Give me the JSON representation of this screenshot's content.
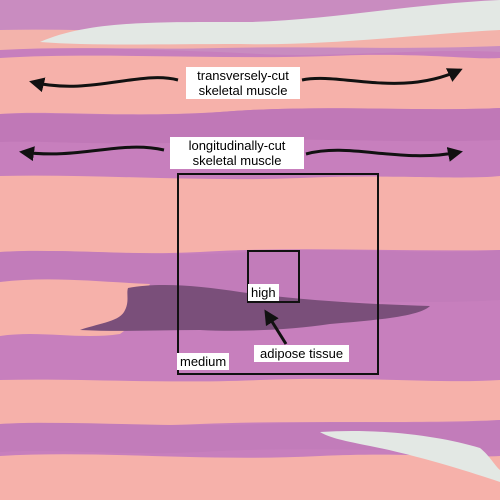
{
  "image": {
    "type": "histology micrograph",
    "colors": {
      "muscle_purple": "#c77fbd",
      "muscle_pink": "#f6b1aa",
      "adipose_dark": "#7a4f7a",
      "gap_white": "#e6ece9"
    }
  },
  "labels": {
    "transverse_line1": "transversely-cut",
    "transverse_line2": "skeletal muscle",
    "longitudinal_line1": "longitudinally-cut",
    "longitudinal_line2": "skeletal muscle",
    "adipose": "adipose tissue",
    "high": "high",
    "medium": "medium"
  }
}
